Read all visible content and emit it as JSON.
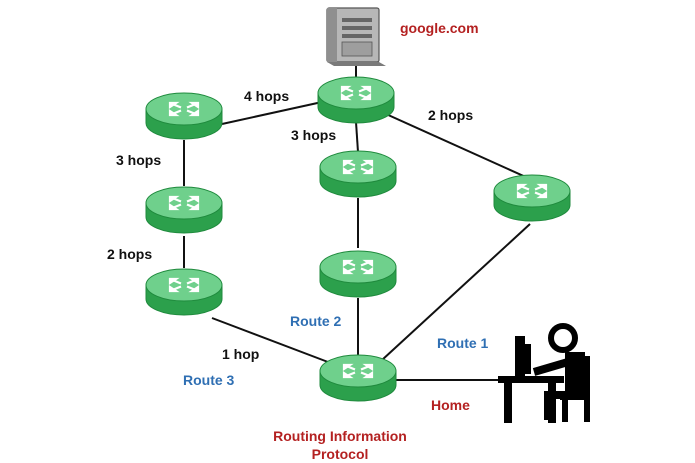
{
  "colors": {
    "router_top": "#6fd08c",
    "router_side": "#2ca04c",
    "router_edge": "#1f8a3d",
    "link": "#111111",
    "route_text": "#2f6fb3",
    "accent_text": "#b42121"
  },
  "server": {
    "icon": "server-icon",
    "label": "google.com"
  },
  "home": {
    "icon": "computer-user-icon",
    "label": "Home"
  },
  "hops": {
    "h4_top": "4 hops",
    "h2_right": "2 hops",
    "h3_center": "3 hops",
    "h3_left": "3 hops",
    "h2_left": "2 hops",
    "h1_bottom": "1 hop"
  },
  "routes": {
    "route1": "Route 1",
    "route2": "Route 2",
    "route3": "Route 3"
  },
  "caption": {
    "line1": "Routing Information",
    "line2": "Protocol"
  }
}
